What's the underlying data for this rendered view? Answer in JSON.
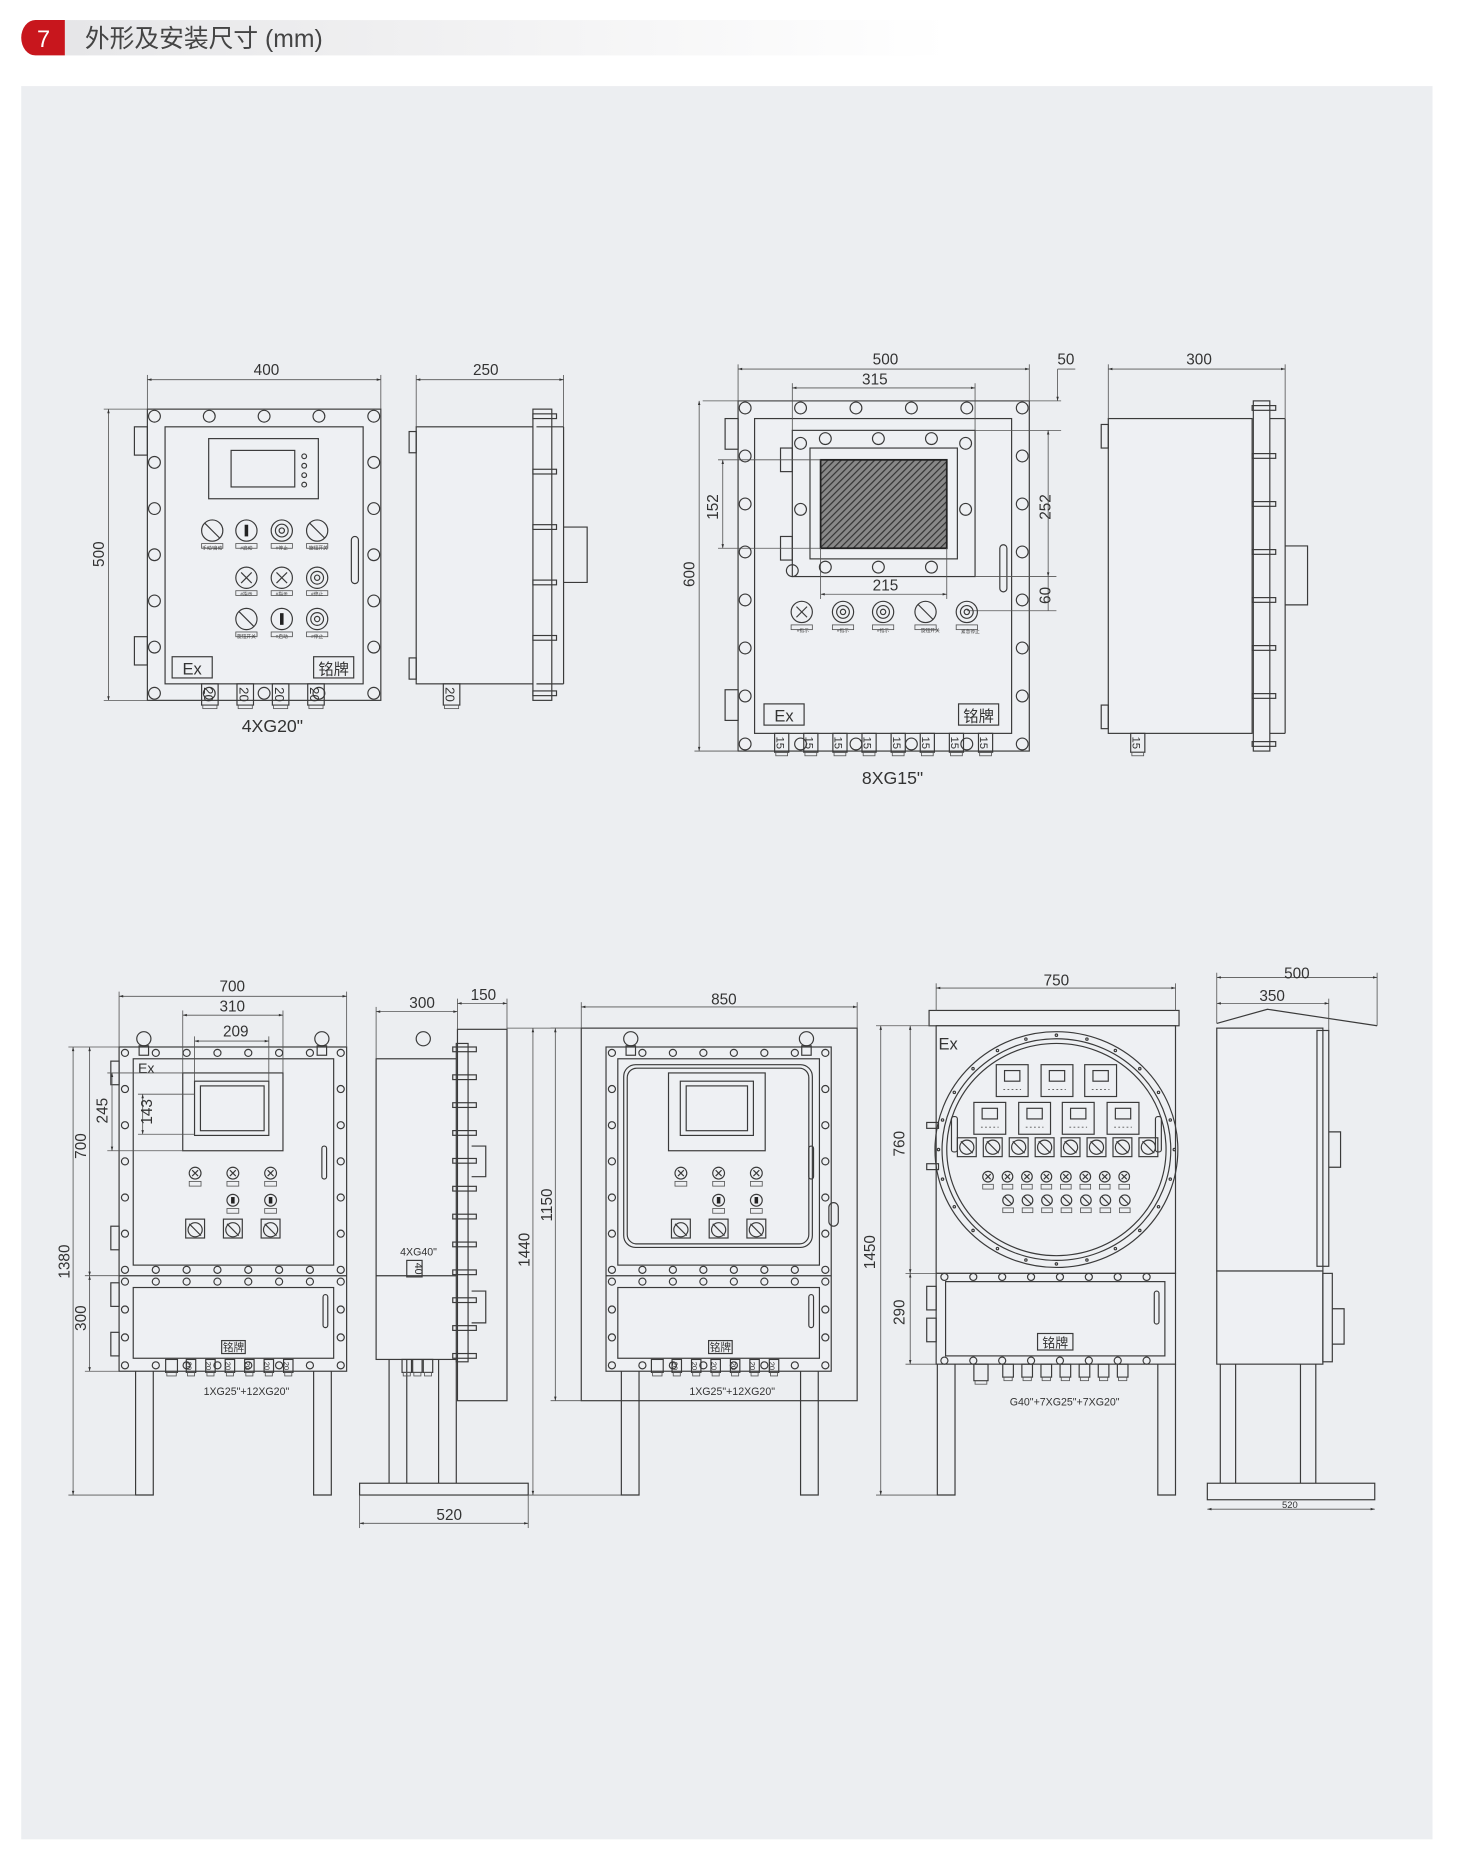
{
  "header": {
    "number": "7",
    "title": "外形及安装尺寸 (mm)",
    "accent": "#c8161d"
  },
  "common": {
    "ex": "Ex",
    "nameplate": "铭牌"
  },
  "d1": {
    "width": "400",
    "height": "500",
    "depth": "250",
    "caption": "4XG20\"",
    "gland": "20",
    "labels": [
      "手动/自动",
      "#启动",
      "#停止",
      "旋钮开关",
      "#指示",
      "#指示",
      "#停止",
      "旋钮开关",
      "#启动",
      "#停止"
    ]
  },
  "d2": {
    "width": "500",
    "window_width": "315",
    "top_offset": "50",
    "height": "600",
    "screen_height": "152",
    "window_height": "252",
    "gap": "60",
    "screen_width": "215",
    "depth": "300",
    "caption": "8XG15\"",
    "gland": "15",
    "labels": [
      "#指示",
      "#指示",
      "#指示",
      "旋钮开关",
      "紧急停止"
    ]
  },
  "d3": {
    "width": "700",
    "window_width": "310",
    "screen_width": "209",
    "total_height": "1380",
    "upper_height": "700",
    "lower_height": "300",
    "window_height": "245",
    "screen_height": "143",
    "caption": "1XG25\"+12XG20\"",
    "depth": "300",
    "door_depth": "150",
    "base": "520",
    "stand_height": "1440",
    "side_gland_label": "4XG40\"",
    "side_gland": "40",
    "gland": "20"
  },
  "d4": {
    "width": "850",
    "height": "1150",
    "caption": "1XG25\"+12XG20\""
  },
  "d5": {
    "width": "750",
    "upper_height": "760",
    "lower_height": "290",
    "total_height": "1450",
    "caption": "G40\"+7XG25\"+7XG20\"",
    "depth": "500",
    "depth_body": "350",
    "base": "520"
  }
}
